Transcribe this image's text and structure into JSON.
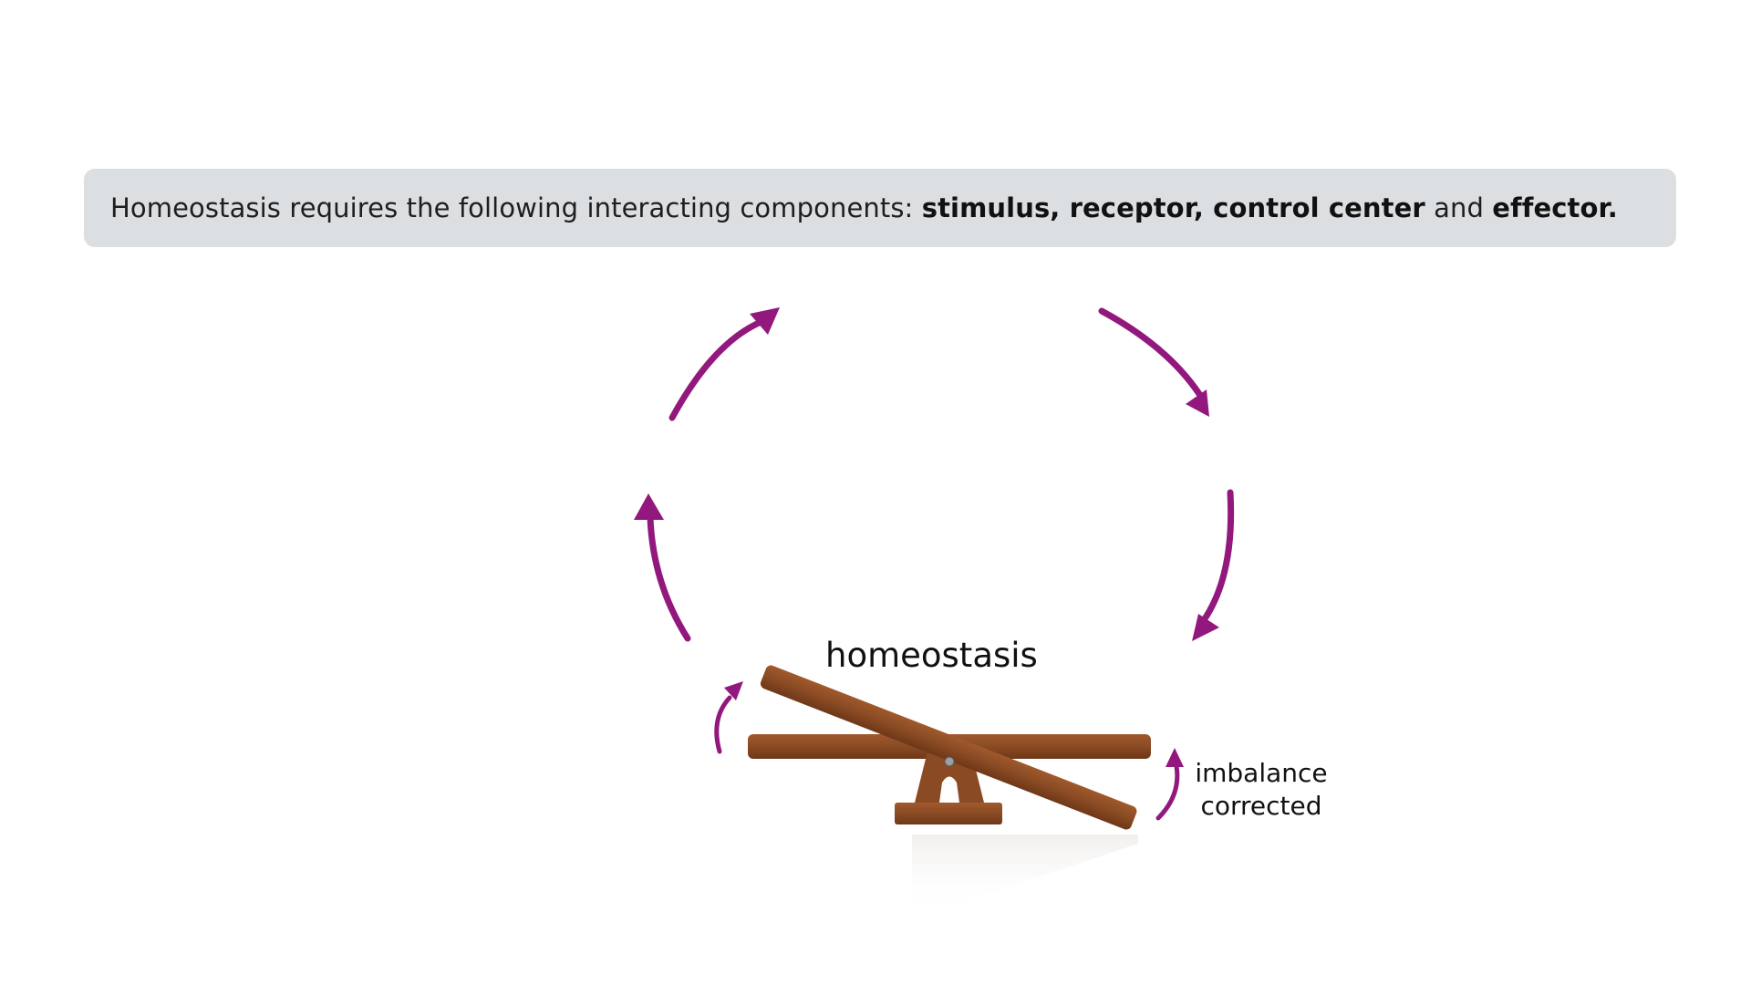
{
  "banner": {
    "part1": "Homeostasis requires the following interacting components: ",
    "bold1": "stimulus, receptor, control center",
    "part2": " and ",
    "bold2": "effector."
  },
  "seesaw": {
    "title": "homeostasis",
    "note_line1": "imbalance",
    "note_line2": "corrected"
  },
  "colors": {
    "arrow": "#93187e",
    "wood": "#8a4b24",
    "wood_dark": "#6e3818",
    "banner_bg": "#dcdfe2"
  },
  "icons": {
    "cycle": "cycle-arrow-icon",
    "balance": "seesaw-icon"
  }
}
